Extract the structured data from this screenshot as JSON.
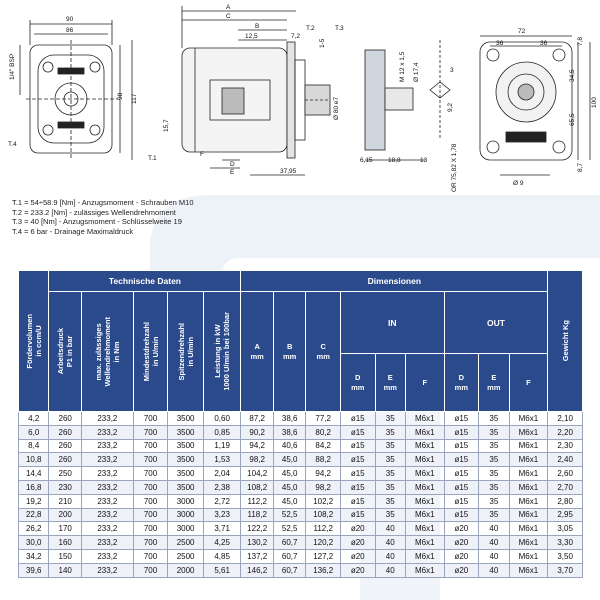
{
  "notes": [
    "T.1 = 54÷58.9 [Nm] - Anzugsmoment - Schrauben M10",
    "T.2 = 233.2 [Nm] - zulässiges Wellendrehmoment",
    "T.3 = 40 [Nm] - Anzugsmoment - Schlüsselweite 19",
    "T.4 = 6 bar - Drainage Maximaldruck"
  ],
  "drawing": {
    "d90": "90",
    "d86": "86",
    "d98": "98",
    "d117": "117",
    "bsp": "1/4\" BSP",
    "t4": "T.4",
    "A": "A",
    "C": "C",
    "B": "B",
    "d125": "12,5",
    "d72a": "7,2",
    "t2": "T.2",
    "t3": "T.3",
    "d157": "15,7",
    "t1": "T.1",
    "F": "F",
    "D": "D",
    "E": "E",
    "d3795": "37,95",
    "d15": "1-5",
    "d80e7": "Ø 80 e7",
    "m12": "M 12 x 1,5",
    "d174": "Ø 17,4",
    "d3": "3",
    "d92": "9,2",
    "d615": "6,15",
    "d188": "18,8",
    "d13": "13",
    "or": "OR 75,82 X 1,78",
    "d72": "72",
    "d36a": "36",
    "d36b": "36",
    "d78": "7,8",
    "d345": "34,5",
    "d100": "100",
    "d655": "65,5",
    "d87": "8,7",
    "d9": "Ø 9"
  },
  "table": {
    "groups": {
      "tech": "Technische Daten",
      "dim": "Dimensionen",
      "in": "IN",
      "out": "OUT"
    },
    "headers": {
      "vol": "Fördervolumen\nin ccm/U",
      "p1": "Arbeitsdruck\nP1 in bar",
      "torque": "max. zulässiges\nWellendrehmoment\nin Nm",
      "min": "Mindestdrehzahl\nin U/min",
      "peak": "Spitzendrehzahl\nin U/min",
      "power": "Leistung in kW\n1000 U/min bei 100bar",
      "A": "A\nmm",
      "B": "B\nmm",
      "C": "C\nmm",
      "Din": "D\nmm",
      "Ein": "E\nmm",
      "Fin": "F",
      "Dout": "D\nmm",
      "Eout": "E\nmm",
      "Fout": "F",
      "weight": "Gewicht  Kg"
    },
    "rows": [
      [
        "4,2",
        "260",
        "233,2",
        "700",
        "3500",
        "0,60",
        "87,2",
        "38,6",
        "77,2",
        "ø15",
        "35",
        "M6x1",
        "ø15",
        "35",
        "M6x1",
        "2,10"
      ],
      [
        "6,0",
        "260",
        "233,2",
        "700",
        "3500",
        "0,85",
        "90,2",
        "38,6",
        "80,2",
        "ø15",
        "35",
        "M6x1",
        "ø15",
        "35",
        "M6x1",
        "2,20"
      ],
      [
        "8,4",
        "260",
        "233,2",
        "700",
        "3500",
        "1,19",
        "94,2",
        "40,6",
        "84,2",
        "ø15",
        "35",
        "M6x1",
        "ø15",
        "35",
        "M6x1",
        "2,30"
      ],
      [
        "10,8",
        "260",
        "233,2",
        "700",
        "3500",
        "1,53",
        "98,2",
        "45,0",
        "88,2",
        "ø15",
        "35",
        "M6x1",
        "ø15",
        "35",
        "M6x1",
        "2,40"
      ],
      [
        "14,4",
        "250",
        "233,2",
        "700",
        "3500",
        "2,04",
        "104,2",
        "45,0",
        "94,2",
        "ø15",
        "35",
        "M6x1",
        "ø15",
        "35",
        "M6x1",
        "2,60"
      ],
      [
        "16,8",
        "230",
        "233,2",
        "700",
        "3500",
        "2,38",
        "108,2",
        "45,0",
        "98,2",
        "ø15",
        "35",
        "M6x1",
        "ø15",
        "35",
        "M6x1",
        "2,70"
      ],
      [
        "19,2",
        "210",
        "233,2",
        "700",
        "3000",
        "2,72",
        "112,2",
        "45,0",
        "102,2",
        "ø15",
        "35",
        "M6x1",
        "ø15",
        "35",
        "M6x1",
        "2,80"
      ],
      [
        "22,8",
        "200",
        "233,2",
        "700",
        "3000",
        "3,23",
        "118,2",
        "52,5",
        "108,2",
        "ø15",
        "35",
        "M6x1",
        "ø15",
        "35",
        "M6x1",
        "2,95"
      ],
      [
        "26,2",
        "170",
        "233,2",
        "700",
        "3000",
        "3,71",
        "122,2",
        "52,5",
        "112,2",
        "ø20",
        "40",
        "M6x1",
        "ø20",
        "40",
        "M6x1",
        "3,05"
      ],
      [
        "30,0",
        "160",
        "233,2",
        "700",
        "2500",
        "4,25",
        "130,2",
        "60,7",
        "120,2",
        "ø20",
        "40",
        "M6x1",
        "ø20",
        "40",
        "M6x1",
        "3,30"
      ],
      [
        "34,2",
        "150",
        "233,2",
        "700",
        "2500",
        "4,85",
        "137,2",
        "60,7",
        "127,2",
        "ø20",
        "40",
        "M6x1",
        "ø20",
        "40",
        "M6x1",
        "3,50"
      ],
      [
        "39,6",
        "140",
        "233,2",
        "700",
        "2000",
        "5,61",
        "146,2",
        "60,7",
        "136,2",
        "ø20",
        "40",
        "M6x1",
        "ø20",
        "40",
        "M6x1",
        "3,70"
      ]
    ]
  }
}
